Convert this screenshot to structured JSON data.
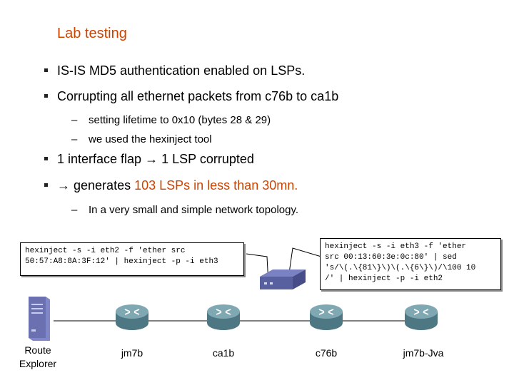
{
  "slide": {
    "title": "Lab testing",
    "bullets": [
      {
        "text": "IS-IS MD5 authentication enabled on LSPs."
      },
      {
        "text": "Corrupting all ethernet packets from c76b to ca1b"
      }
    ],
    "sub_bullets_1": [
      "setting lifetime to 0x10 (bytes 28 & 29)",
      "we used the hexinject tool"
    ],
    "bullet3": {
      "left": "1 interface flap",
      "arrow": "→",
      "right": "1 LSP corrupted"
    },
    "bullet4": {
      "arrow": "→",
      "prefix": "generates",
      "highlight": "103 LSPs in less than 30mn."
    },
    "sub_bullets_2": [
      "In a very small and simple network topology."
    ],
    "dash": "–"
  },
  "diagram": {
    "cmd_left": "hexinject -s -i eth2 -f 'ether src\n50:57:A8:8A:3F:12' | hexinject -p -i eth3",
    "cmd_right": "hexinject -s -i eth3 -f 'ether\nsrc 00:13:60:3e:0c:80' | sed\n's/\\(.\\{81\\}\\)\\(.\\{6\\}\\)/\\100 10\n/' | hexinject -p -i eth2",
    "nodes": [
      {
        "label": "Route\nExplorer",
        "icon": "server-icon"
      },
      {
        "label": "jm7b",
        "icon": "router-icon"
      },
      {
        "label": "ca1b",
        "icon": "router-icon"
      },
      {
        "label": "c76b",
        "icon": "router-icon"
      },
      {
        "label": "jm7b-Jva",
        "icon": "router-icon"
      }
    ],
    "middle_device": {
      "icon": "switch-icon"
    },
    "colors": {
      "accent": "#cc4400",
      "router": "#5f8a96",
      "server": "#6a70b0",
      "switch": "#5860a0"
    }
  }
}
